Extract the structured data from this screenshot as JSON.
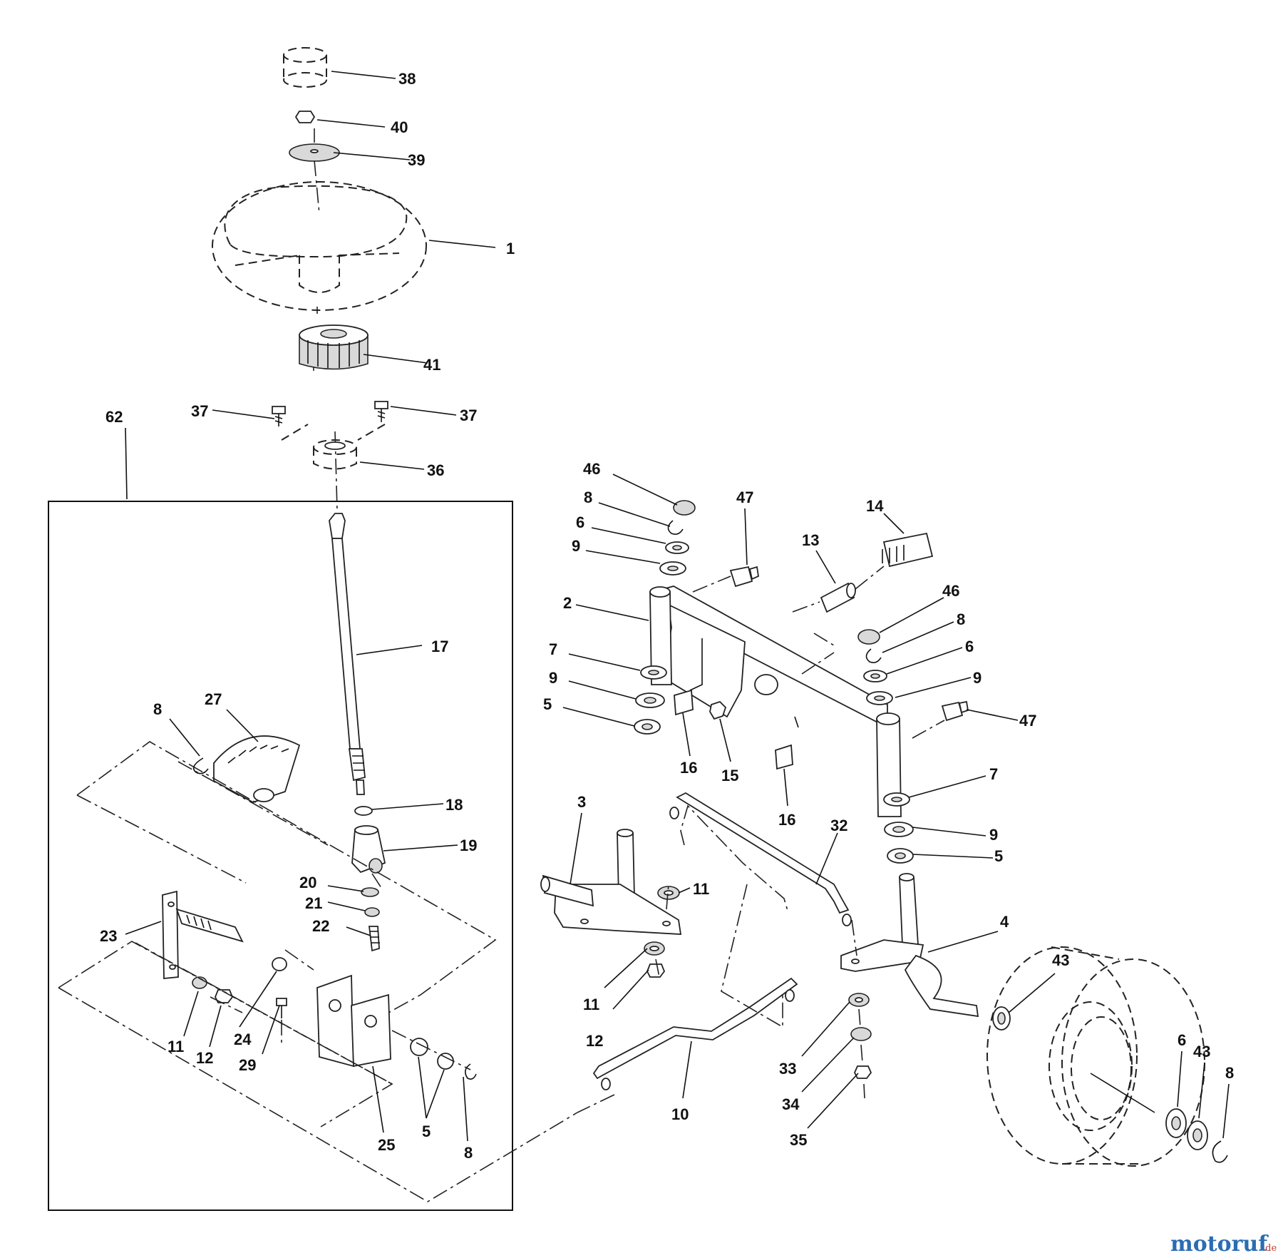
{
  "callouts": [
    {
      "id": "c38",
      "text": "38"
    },
    {
      "id": "c40",
      "text": "40"
    },
    {
      "id": "c39",
      "text": "39"
    },
    {
      "id": "c1",
      "text": "1"
    },
    {
      "id": "c41",
      "text": "41"
    },
    {
      "id": "c62",
      "text": "62"
    },
    {
      "id": "c37a",
      "text": "37"
    },
    {
      "id": "c37b",
      "text": "37"
    },
    {
      "id": "c36",
      "text": "36"
    },
    {
      "id": "c17",
      "text": "17"
    },
    {
      "id": "c8a",
      "text": "8"
    },
    {
      "id": "c27",
      "text": "27"
    },
    {
      "id": "c18",
      "text": "18"
    },
    {
      "id": "c19",
      "text": "19"
    },
    {
      "id": "c20",
      "text": "20"
    },
    {
      "id": "c21",
      "text": "21"
    },
    {
      "id": "c22",
      "text": "22"
    },
    {
      "id": "c23",
      "text": "23"
    },
    {
      "id": "c11a",
      "text": "11"
    },
    {
      "id": "c12a",
      "text": "12"
    },
    {
      "id": "c24",
      "text": "24"
    },
    {
      "id": "c29",
      "text": "29"
    },
    {
      "id": "c25",
      "text": "25"
    },
    {
      "id": "c5a",
      "text": "5"
    },
    {
      "id": "c8b",
      "text": "8"
    },
    {
      "id": "c46a",
      "text": "46"
    },
    {
      "id": "c8c",
      "text": "8"
    },
    {
      "id": "c6a",
      "text": "6"
    },
    {
      "id": "c9a",
      "text": "9"
    },
    {
      "id": "c47a",
      "text": "47"
    },
    {
      "id": "c14",
      "text": "14"
    },
    {
      "id": "c13",
      "text": "13"
    },
    {
      "id": "c2",
      "text": "2"
    },
    {
      "id": "c46b",
      "text": "46"
    },
    {
      "id": "c8d",
      "text": "8"
    },
    {
      "id": "c6b",
      "text": "6"
    },
    {
      "id": "c7a",
      "text": "7"
    },
    {
      "id": "c9b",
      "text": "9"
    },
    {
      "id": "c9c",
      "text": "9"
    },
    {
      "id": "c5b",
      "text": "5"
    },
    {
      "id": "c16a",
      "text": "16"
    },
    {
      "id": "c15",
      "text": "15"
    },
    {
      "id": "c47b",
      "text": "47"
    },
    {
      "id": "c16b",
      "text": "16"
    },
    {
      "id": "c7b",
      "text": "7"
    },
    {
      "id": "c3",
      "text": "3"
    },
    {
      "id": "c32",
      "text": "32"
    },
    {
      "id": "c9d",
      "text": "9"
    },
    {
      "id": "c5c",
      "text": "5"
    },
    {
      "id": "c11b",
      "text": "11"
    },
    {
      "id": "c4",
      "text": "4"
    },
    {
      "id": "c11c",
      "text": "11"
    },
    {
      "id": "c12b",
      "text": "12"
    },
    {
      "id": "c43a",
      "text": "43"
    },
    {
      "id": "c10",
      "text": "10"
    },
    {
      "id": "c33",
      "text": "33"
    },
    {
      "id": "c34",
      "text": "34"
    },
    {
      "id": "c35",
      "text": "35"
    },
    {
      "id": "c6c",
      "text": "6"
    },
    {
      "id": "c43b",
      "text": "43"
    },
    {
      "id": "c8e",
      "text": "8"
    }
  ],
  "watermark": {
    "brand": "motoruf",
    "suffix": ".de",
    "brand_color": "#2a6db3",
    "suffix_color": "#c0392b"
  }
}
